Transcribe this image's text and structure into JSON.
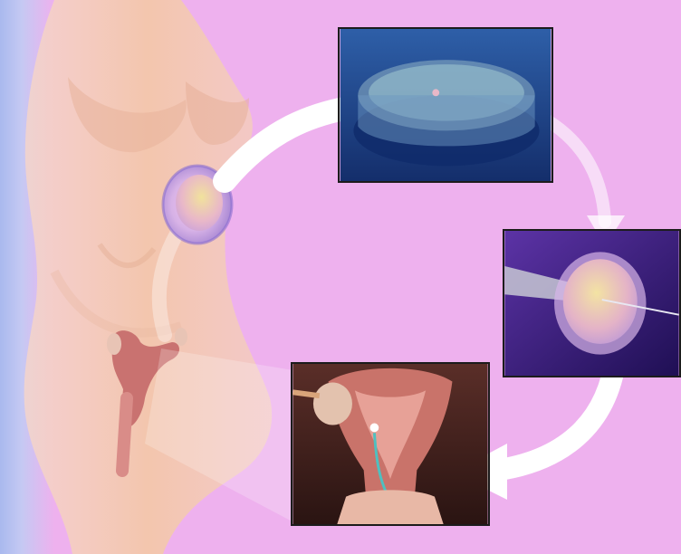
{
  "image": {
    "description_elements": {
      "body": "female-torso",
      "egg": "oocyte",
      "dish": "petri-dish",
      "icsi": "sperm-injection",
      "transfer": "embryo-transfer"
    }
  },
  "colors": {
    "background": "#eeb1ee",
    "skin": "#f0c3a8",
    "arrow": "#ffffff",
    "panel_border": "#1c1c1c",
    "dish_bg": "#1f3f86",
    "icsi_bg": "#3a1f7a",
    "uterus": "#c8706a"
  }
}
